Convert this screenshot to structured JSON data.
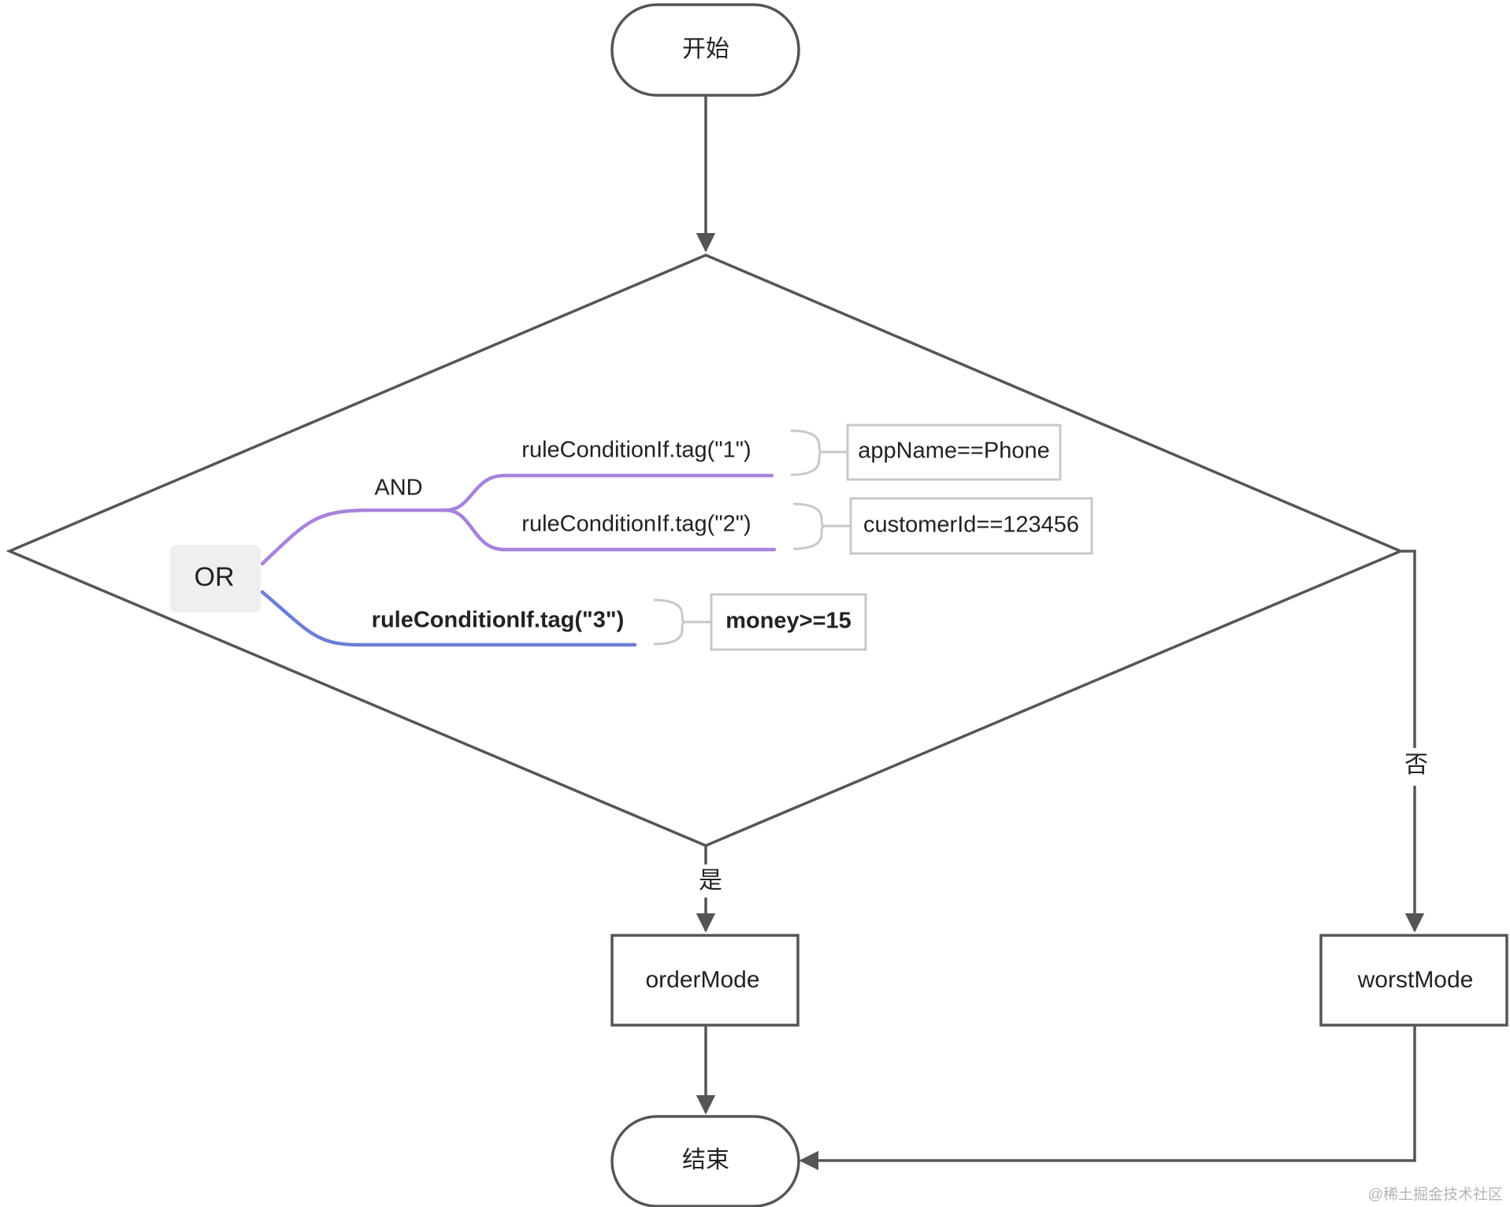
{
  "nodes": {
    "start": "开始",
    "order_mode": "orderMode",
    "worst_mode": "worstMode",
    "end": "结束"
  },
  "edges": {
    "yes_label": "是",
    "no_label": "否"
  },
  "condition_tree": {
    "root": "OR",
    "and_group": {
      "label": "AND",
      "branches": [
        {
          "label": "ruleConditionIf.tag(\"1\")",
          "condition": "appName==Phone"
        },
        {
          "label": "ruleConditionIf.tag(\"2\")",
          "condition": "customerId==123456"
        }
      ]
    },
    "single_branch": {
      "label": "ruleConditionIf.tag(\"3\")",
      "condition": "money>=15"
    }
  },
  "colors": {
    "line": "#555555",
    "and_branch": "#a783dc",
    "or_branch": "#6b7fd8",
    "or_node_fill": "#eef0ef",
    "box_border": "#c8c8c8"
  },
  "watermark": "@稀土掘金技术社区"
}
